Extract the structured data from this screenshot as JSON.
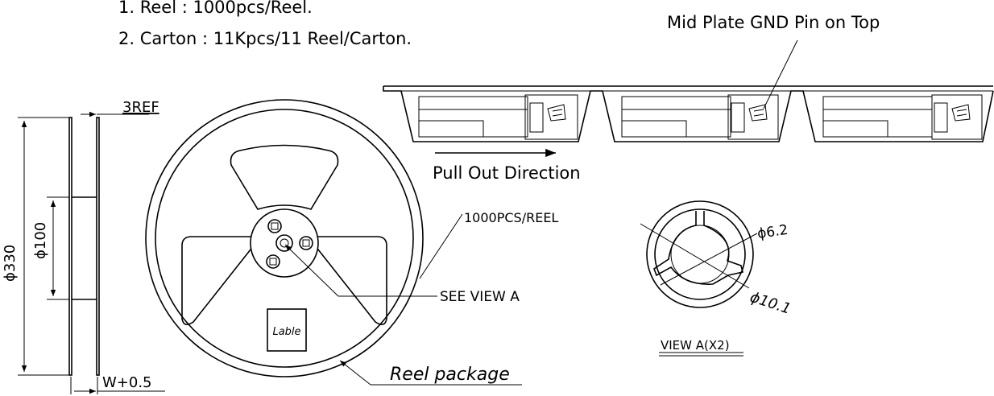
{
  "notes": {
    "line1": "1. Reel : 1000pcs/Reel.",
    "line2": "2. Carton : 11Kpcs/11 Reel/Carton."
  },
  "tape": {
    "mid_plate_label": "Mid Plate GND Pin on Top",
    "pull_direction": "Pull Out Direction"
  },
  "side_view": {
    "ref_label": "3REF",
    "outer_diameter": "ϕ330",
    "hub_diameter": "ϕ100",
    "width_label": "W+0.5"
  },
  "reel": {
    "capacity_label": "1000PCS/REEL",
    "see_view_label": "SEE VIEW A",
    "label_box": "Lable",
    "caption": "Reel package"
  },
  "view_a": {
    "inner_dim": "ϕ6.2",
    "outer_dim": "ϕ10.1",
    "caption": "VIEW A(X2)"
  }
}
